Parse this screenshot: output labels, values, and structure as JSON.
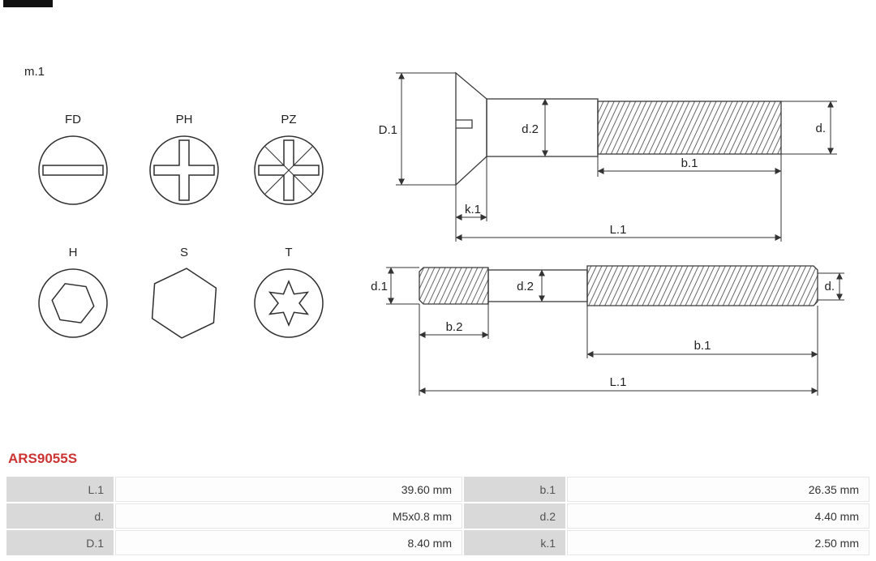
{
  "header": {
    "variant_label": "m.1"
  },
  "drive_types": [
    {
      "code": "FD",
      "icon": "flat-drive-icon"
    },
    {
      "code": "PH",
      "icon": "phillips-drive-icon"
    },
    {
      "code": "PZ",
      "icon": "pozidriv-drive-icon"
    },
    {
      "code": "H",
      "icon": "hex-socket-drive-icon"
    },
    {
      "code": "S",
      "icon": "hex-external-drive-icon"
    },
    {
      "code": "T",
      "icon": "torx-drive-icon"
    }
  ],
  "diagram": {
    "countersunk_screw": {
      "D1": "D.1",
      "d2": "d.2",
      "d": "d.",
      "b1": "b.1",
      "k1": "k.1",
      "L1": "L.1"
    },
    "stud": {
      "d1": "d.1",
      "d2": "d.2",
      "d": "d.",
      "b2": "b.2",
      "b1": "b.1",
      "L1": "L.1"
    }
  },
  "part_number": "ARS9055S",
  "colors": {
    "part_number": "#cc3333",
    "table_label_bg": "#d9d9d9",
    "drawing_stroke": "#333333"
  },
  "spec_table": {
    "rows": [
      {
        "label1": "L.1",
        "value1": "39.60 mm",
        "label2": "b.1",
        "value2": "26.35 mm"
      },
      {
        "label1": "d.",
        "value1": "M5x0.8 mm",
        "label2": "d.2",
        "value2": "4.40 mm"
      },
      {
        "label1": "D.1",
        "value1": "8.40 mm",
        "label2": "k.1",
        "value2": "2.50 mm"
      }
    ]
  }
}
